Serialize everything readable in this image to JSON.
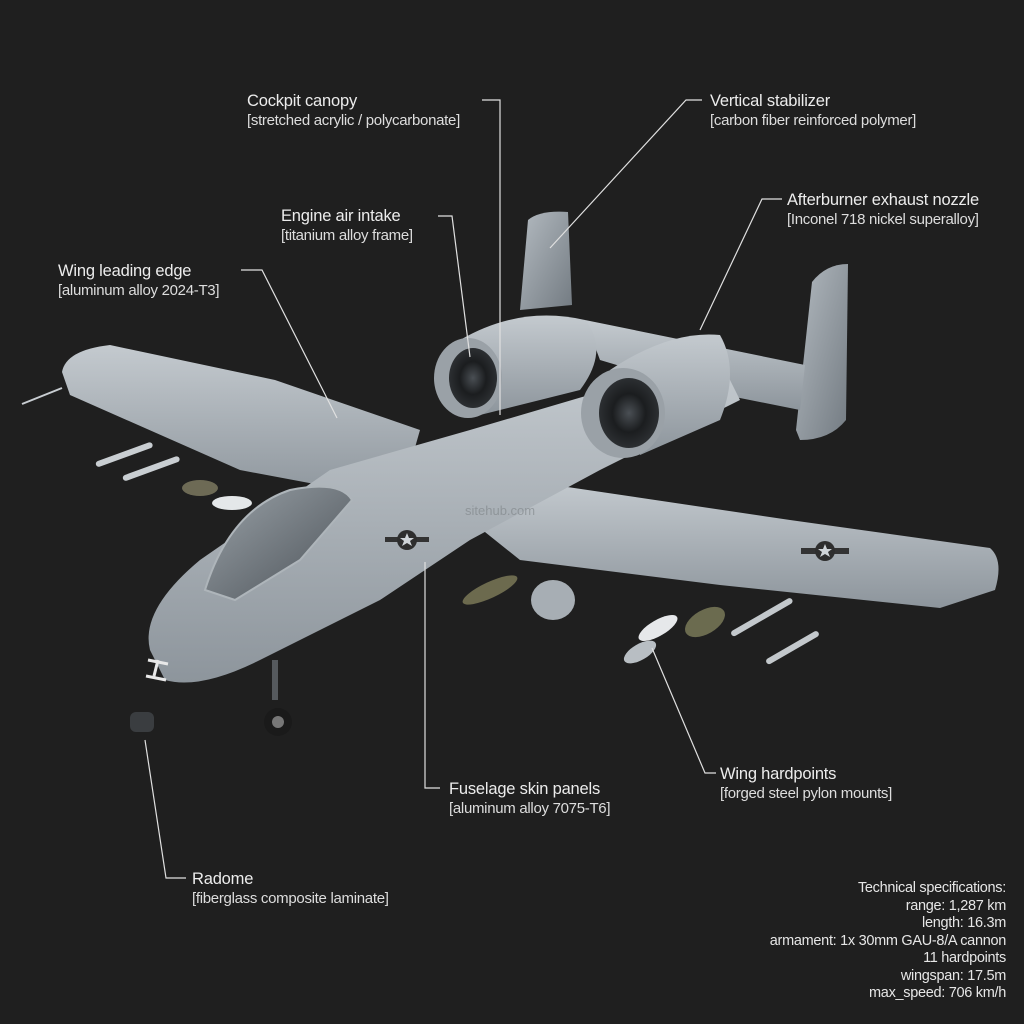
{
  "figure": {
    "subject": "A-10 style ground-attack aircraft, 3D render",
    "background_color": "#1f1f1f",
    "aircraft_color": "#a9b0b6",
    "leader_line_color": "#e0e0e0"
  },
  "callouts": [
    {
      "id": "cockpit-canopy",
      "title": "Cockpit canopy",
      "material": "[stretched acrylic / polycarbonate]"
    },
    {
      "id": "vertical-stabilizer",
      "title": "Vertical stabilizer",
      "material": "[carbon fiber reinforced polymer]"
    },
    {
      "id": "afterburner-exhaust-nozzle",
      "title": "Afterburner exhaust nozzle",
      "material": "[Inconel 718 nickel superalloy]"
    },
    {
      "id": "engine-air-intake",
      "title": "Engine air intake",
      "material": "[titanium alloy frame]"
    },
    {
      "id": "wing-leading-edge",
      "title": "Wing leading edge",
      "material": "[aluminum alloy 2024-T3]"
    },
    {
      "id": "fuselage-skin-panels",
      "title": "Fuselage skin panels",
      "material": "[aluminum alloy 7075-T6]"
    },
    {
      "id": "wing-hardpoints",
      "title": "Wing hardpoints",
      "material": "[forged steel pylon mounts]"
    },
    {
      "id": "radome",
      "title": "Radome",
      "material": "[fiberglass composite laminate]"
    }
  ],
  "specs": {
    "heading": "Technical specifications:",
    "lines": [
      "range: 1,287 km",
      "length: 16.3m",
      "armament: 1x 30mm GAU-8/A cannon",
      "11 hardpoints",
      "wingspan: 17.5m",
      "max_speed: 706 km/h"
    ]
  },
  "watermark": "sitehub.com"
}
